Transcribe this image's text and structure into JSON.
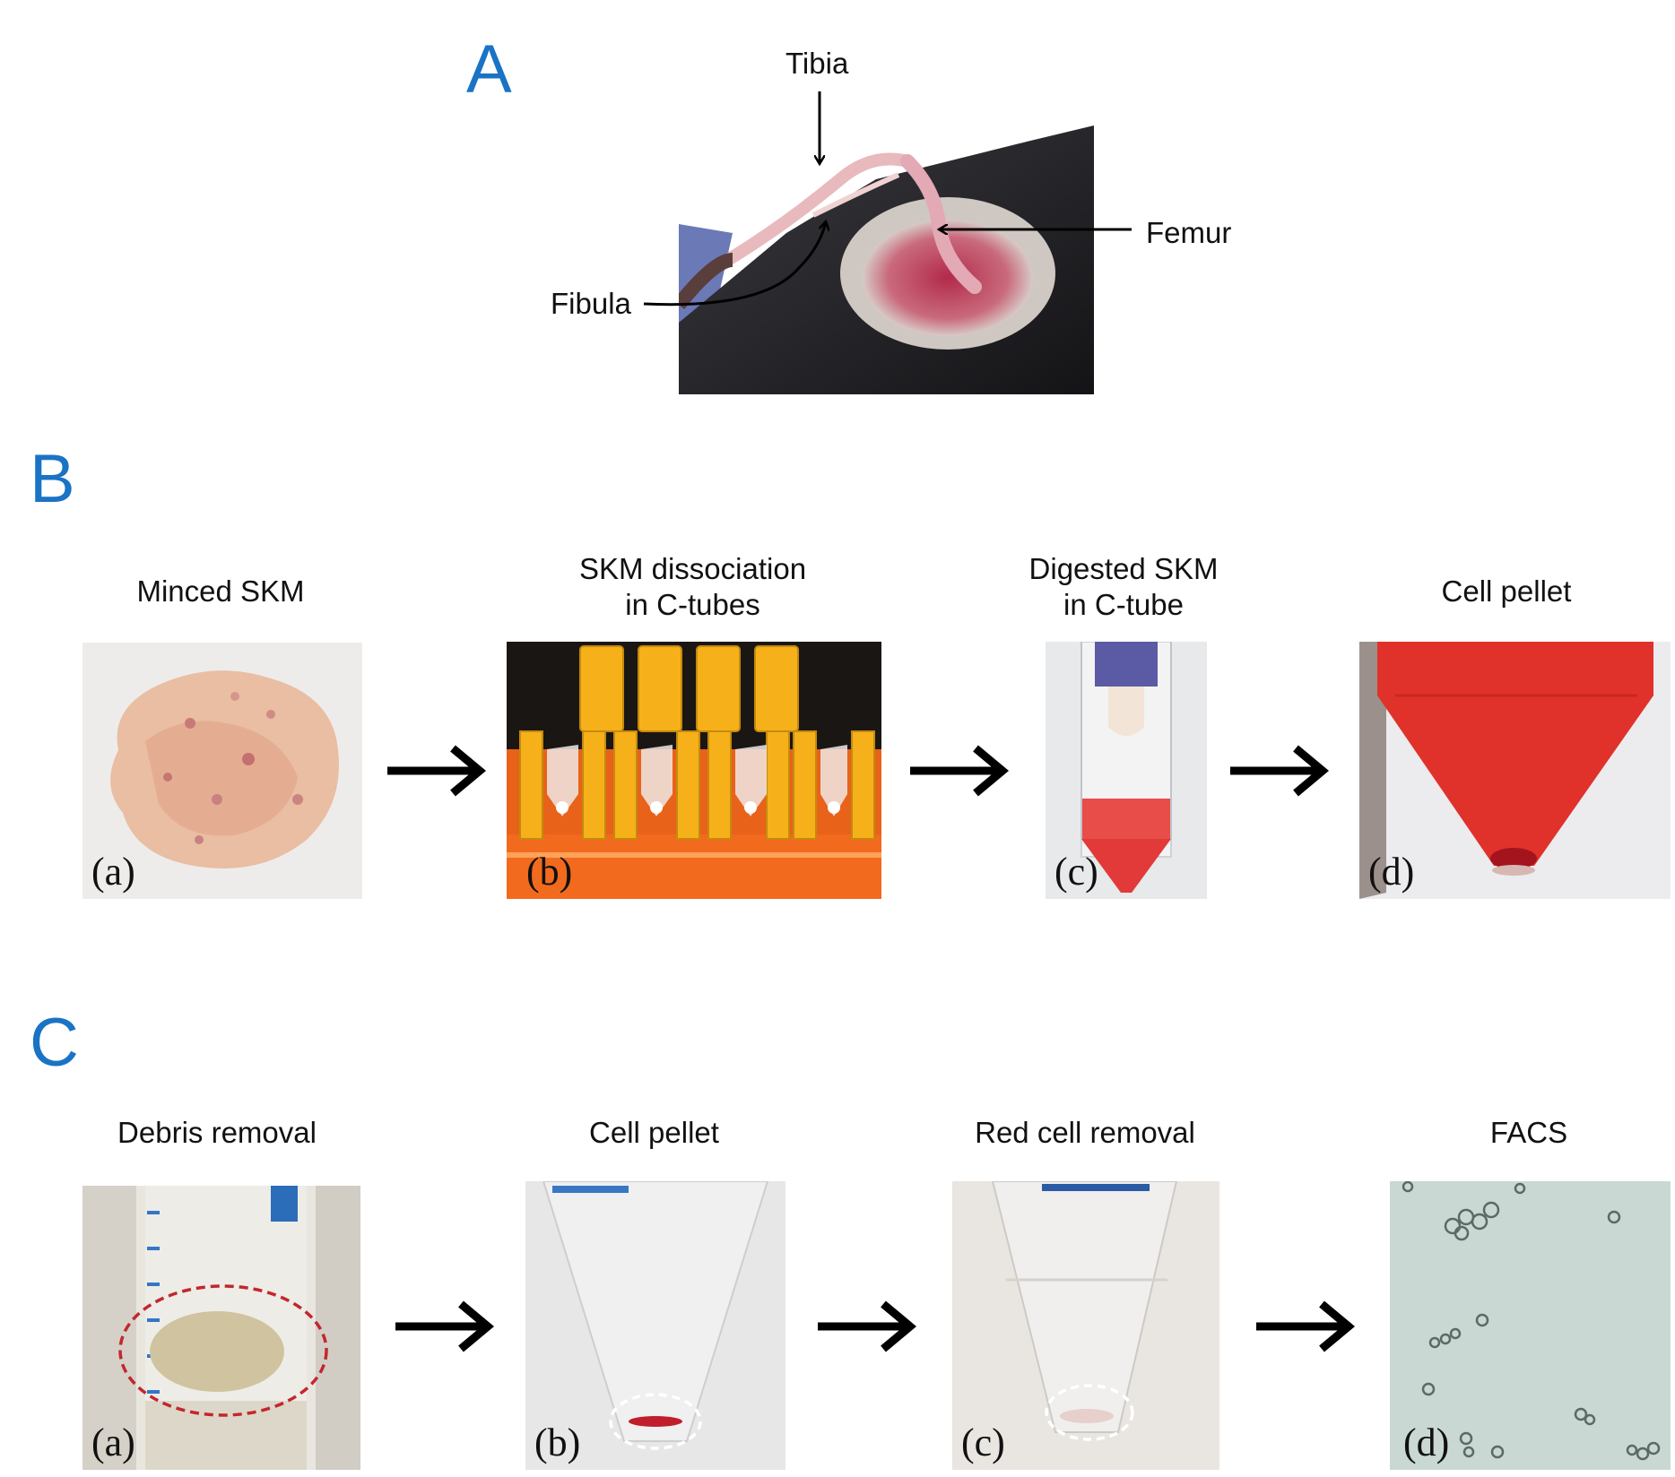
{
  "panels": {
    "A": {
      "letter": "A",
      "labels": {
        "tibia": "Tibia",
        "femur": "Femur",
        "fibula": "Fibula"
      }
    },
    "B": {
      "letter": "B",
      "steps": [
        {
          "caption": "Minced SKM",
          "sub": "(a)"
        },
        {
          "caption_line1": "SKM dissociation",
          "caption_line2": "in C-tubes",
          "sub": "(b)"
        },
        {
          "caption_line1": "Digested SKM",
          "caption_line2": "in C-tube",
          "sub": "(c)"
        },
        {
          "caption": "Cell pellet",
          "sub": "(d)"
        }
      ]
    },
    "C": {
      "letter": "C",
      "steps": [
        {
          "caption": "Debris removal",
          "sub": "(a)"
        },
        {
          "caption": "Cell pellet",
          "sub": "(b)"
        },
        {
          "caption": "Red cell removal",
          "sub": "(c)"
        },
        {
          "caption": "FACS",
          "sub": "(d)"
        }
      ]
    }
  },
  "colors": {
    "panel_letter": "#1a73c4",
    "arrow": "#000000"
  }
}
